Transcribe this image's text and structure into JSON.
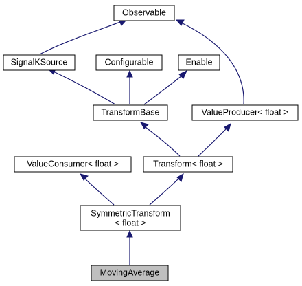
{
  "diagram": {
    "nodes": {
      "observable": {
        "label": "Observable",
        "highlighted": false
      },
      "signalk_source": {
        "label": "SignalKSource",
        "highlighted": false
      },
      "configurable": {
        "label": "Configurable",
        "highlighted": false
      },
      "enable": {
        "label": "Enable",
        "highlighted": false
      },
      "transform_base": {
        "label": "TransformBase",
        "highlighted": false
      },
      "value_producer": {
        "label": "ValueProducer< float >",
        "highlighted": false
      },
      "value_consumer": {
        "label": "ValueConsumer< float >",
        "highlighted": false
      },
      "transform": {
        "label": "Transform< float >",
        "highlighted": false
      },
      "symmetric_transform": {
        "label_line1": "SymmetricTransform",
        "label_line2": "< float >",
        "highlighted": false
      },
      "moving_average": {
        "label": "MovingAverage",
        "highlighted": true
      }
    },
    "edges": [
      {
        "from": "signalk_source",
        "to": "observable"
      },
      {
        "from": "value_producer",
        "to": "observable"
      },
      {
        "from": "transform_base",
        "to": "signalk_source"
      },
      {
        "from": "transform_base",
        "to": "configurable"
      },
      {
        "from": "transform_base",
        "to": "enable"
      },
      {
        "from": "transform",
        "to": "transform_base"
      },
      {
        "from": "transform",
        "to": "value_producer"
      },
      {
        "from": "symmetric_transform",
        "to": "value_consumer"
      },
      {
        "from": "symmetric_transform",
        "to": "transform"
      },
      {
        "from": "moving_average",
        "to": "symmetric_transform"
      }
    ],
    "colors": {
      "edge": "#191970",
      "node_border": "#000000",
      "node_fill": "#ffffff",
      "highlight_fill": "#bfbfbf"
    }
  }
}
